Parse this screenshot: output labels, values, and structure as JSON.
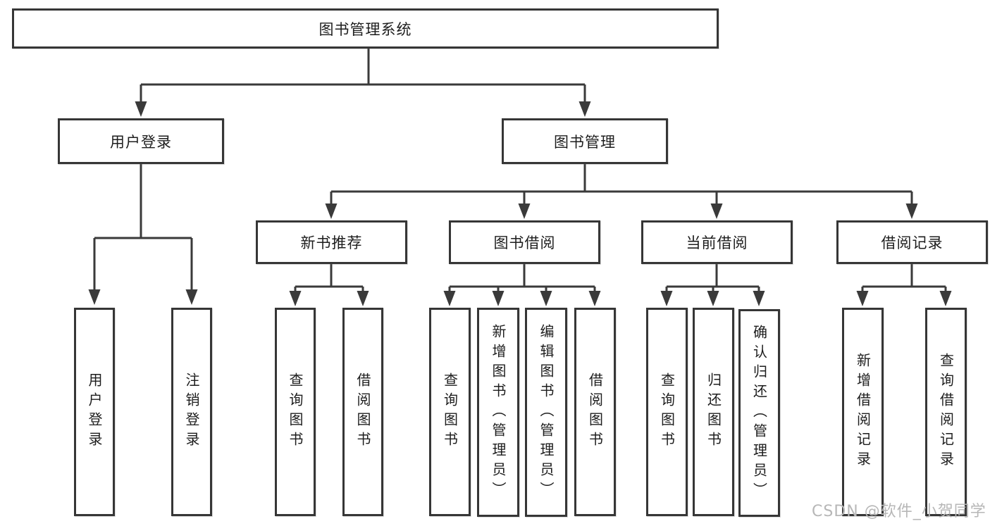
{
  "nodes": {
    "root": {
      "label": "图书管理系统"
    },
    "branches": [
      {
        "label": "用户登录",
        "children": [
          {
            "label": "用户登录"
          },
          {
            "label": "注销登录"
          }
        ]
      },
      {
        "label": "图书管理",
        "children": [
          {
            "label": "新书推荐",
            "children": [
              {
                "label": "查询图书"
              },
              {
                "label": "借阅图书"
              }
            ]
          },
          {
            "label": "图书借阅",
            "children": [
              {
                "label": "查询图书"
              },
              {
                "label": "新增图书（管理员）"
              },
              {
                "label": "编辑图书（管理员）"
              },
              {
                "label": "借阅图书"
              }
            ]
          },
          {
            "label": "当前借阅",
            "children": [
              {
                "label": "查询图书"
              },
              {
                "label": "归还图书"
              },
              {
                "label": "确认归还（管理员）"
              }
            ]
          },
          {
            "label": "借阅记录",
            "children": [
              {
                "label": "新增借阅记录"
              },
              {
                "label": "查询借阅记录"
              }
            ]
          }
        ]
      }
    ]
  },
  "watermark": {
    "text": "CSDN @软件_小贺同学"
  },
  "colors": {
    "line_color": "#3a3a3a",
    "box_border": "#363636",
    "box_fill": "#ffffff",
    "text_color": "#1d1d1d",
    "background": "#ffffff",
    "watermark_color": "#b7b7b7"
  }
}
